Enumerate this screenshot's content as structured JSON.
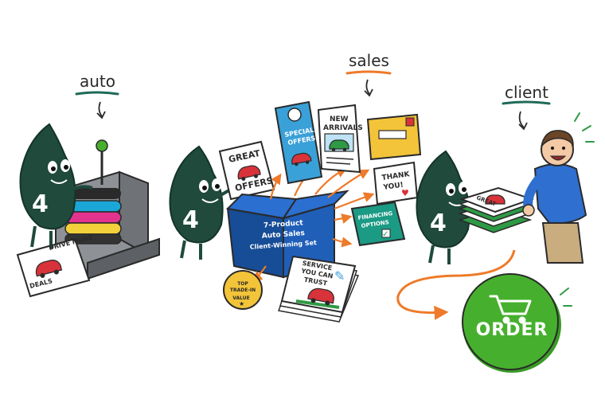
{
  "captions": {
    "auto": "auto",
    "sales": "sales",
    "client": "client"
  },
  "mascot": {
    "number": "4"
  },
  "press_output": {
    "line1": "DRIVE MORE",
    "line2": "DEALS"
  },
  "flyer": {
    "line1": "GREAT",
    "line2": "OFFERS"
  },
  "door_hanger": {
    "line1": "SPECIAL",
    "line2": "OFFERS"
  },
  "brochure": {
    "line1": "NEW",
    "line2": "ARRIVALS"
  },
  "thank_you_card": {
    "line1": "THANK",
    "line2": "YOU!"
  },
  "financing_tent": {
    "line1": "FINANCING",
    "line2": "OPTIONS"
  },
  "box": {
    "line1": "7-Product",
    "line2": "Auto Sales",
    "line3": "Client-Winning Set"
  },
  "service_stack": {
    "line1": "SERVICE",
    "line2": "YOU CAN",
    "line3": "TRUST"
  },
  "badge": {
    "line1": "TOP",
    "line2": "TRADE-IN",
    "line3": "VALUE"
  },
  "client_stack": {
    "label": "GREAT"
  },
  "order_button": {
    "label": "ORDER",
    "color": "#46b02e"
  },
  "colors": {
    "mascot": "#1f4a3c",
    "box_blue": "#1f5fb8",
    "arrow_orange": "#ee7a2a",
    "car_red": "#d8333a",
    "tent_teal": "#1b9a84",
    "envelope_yellow": "#f3c43a",
    "hanger_blue": "#3aa0d8"
  },
  "icons": {
    "cart": "cart-icon",
    "star": "star-icon",
    "heart": "heart-icon",
    "check": "check-icon",
    "wrench": "wrench-icon"
  }
}
